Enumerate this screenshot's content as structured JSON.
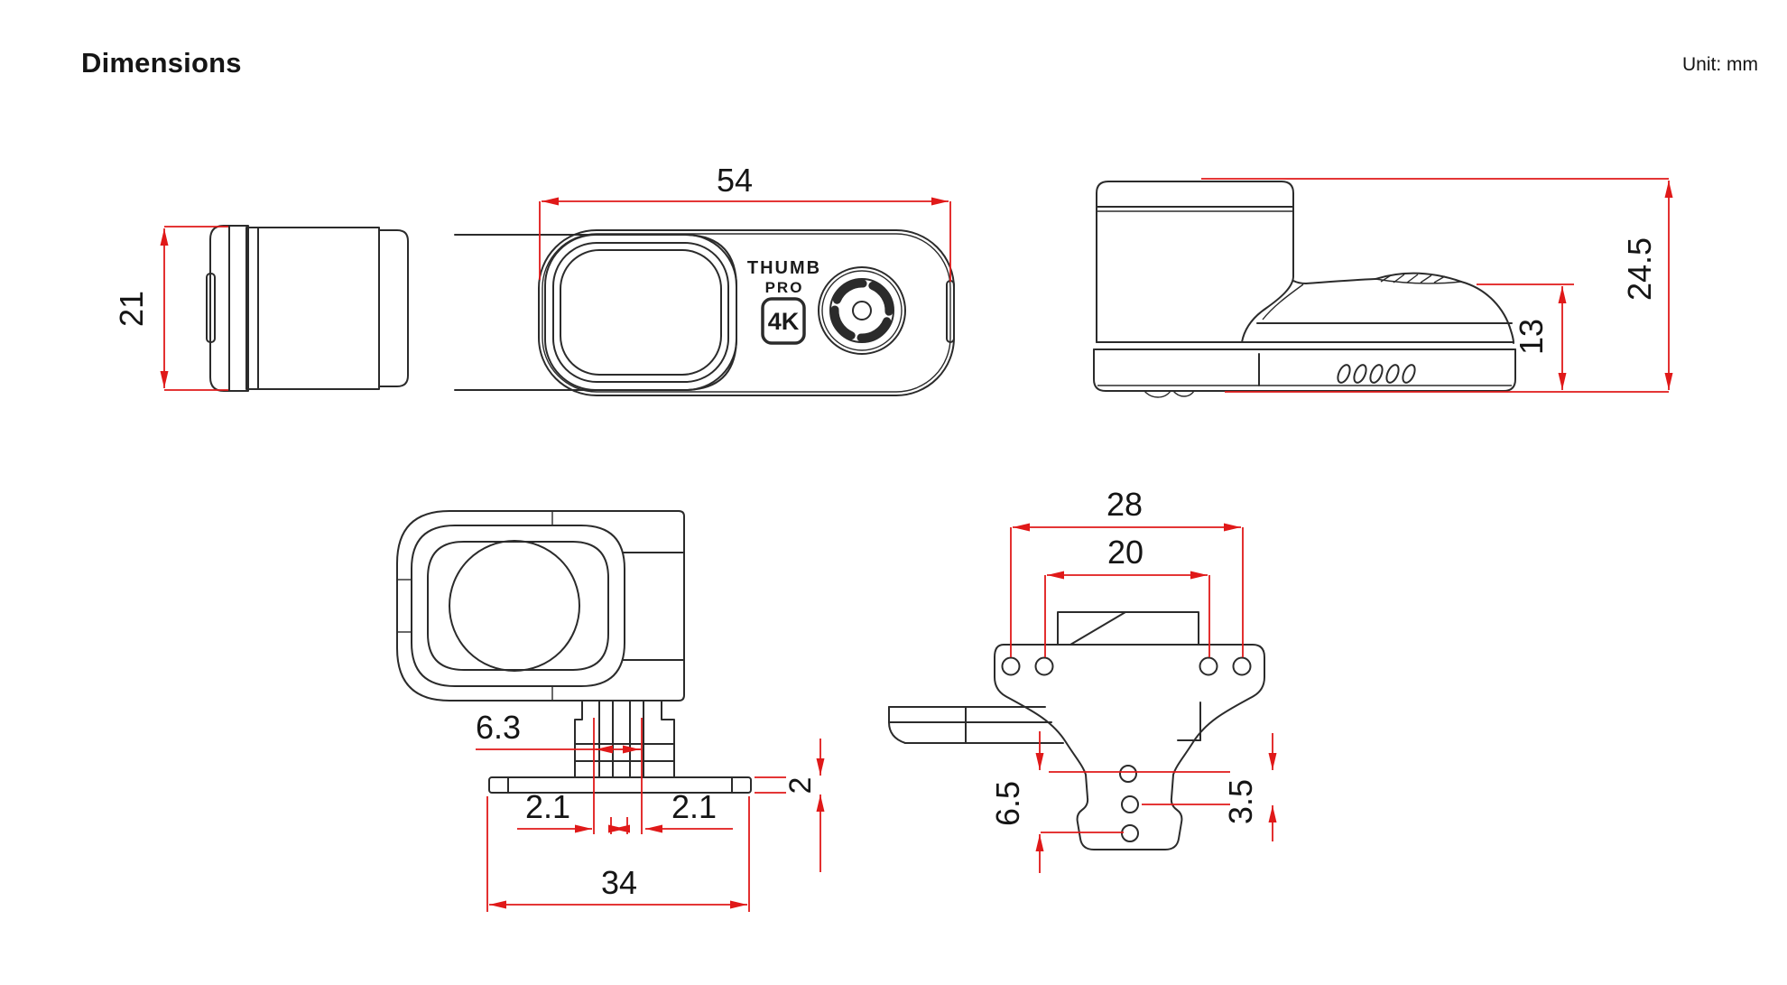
{
  "header": {
    "title": "Dimensions",
    "unit_label": "Unit: mm"
  },
  "brand": {
    "line1": "THUMB",
    "line2": "PRO",
    "badge": "4K"
  },
  "dims": {
    "side_height": "21",
    "front_width": "54",
    "total_height": "24.5",
    "body_height": "13",
    "mount_tab_span": "6.3",
    "mount_gap_left": "2.1",
    "mount_gap_right": "2.1",
    "plate_thickness": "2",
    "plate_width": "34",
    "hole_spacing_outer": "28",
    "hole_spacing_inner": "20",
    "hole_span_vertical": "6.5",
    "hole_pitch_vertical": "3.5"
  },
  "colors": {
    "dimension_red": "#e01919",
    "line": "#2b2b2b",
    "text": "#151515",
    "background": "#ffffff"
  }
}
